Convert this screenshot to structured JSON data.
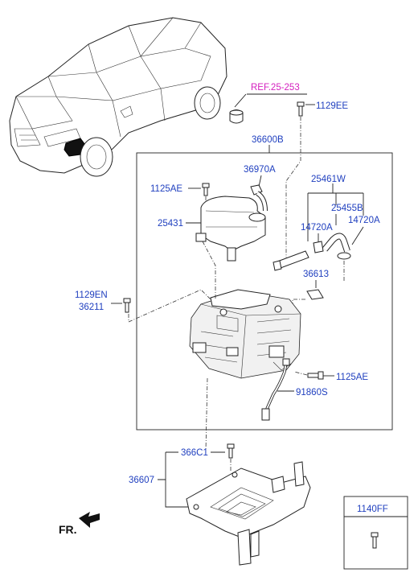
{
  "ref_label": "REF.25-253",
  "parts": {
    "p_1129EE": "1129EE",
    "p_36600B": "36600B",
    "p_36970A": "36970A",
    "p_1125AE_top": "1125AE",
    "p_25461W": "25461W",
    "p_25455B": "25455B",
    "p_25431": "25431",
    "p_14720A_1": "14720A",
    "p_14720A_2": "14720A",
    "p_36613": "36613",
    "p_1129EN": "1129EN",
    "p_36211": "36211",
    "p_1125AE_bot": "1125AE",
    "p_91860S": "91860S",
    "p_366C1": "366C1",
    "p_36607": "36607"
  },
  "legend_box": {
    "part_no": "1140FF"
  },
  "direction_label": "FR."
}
